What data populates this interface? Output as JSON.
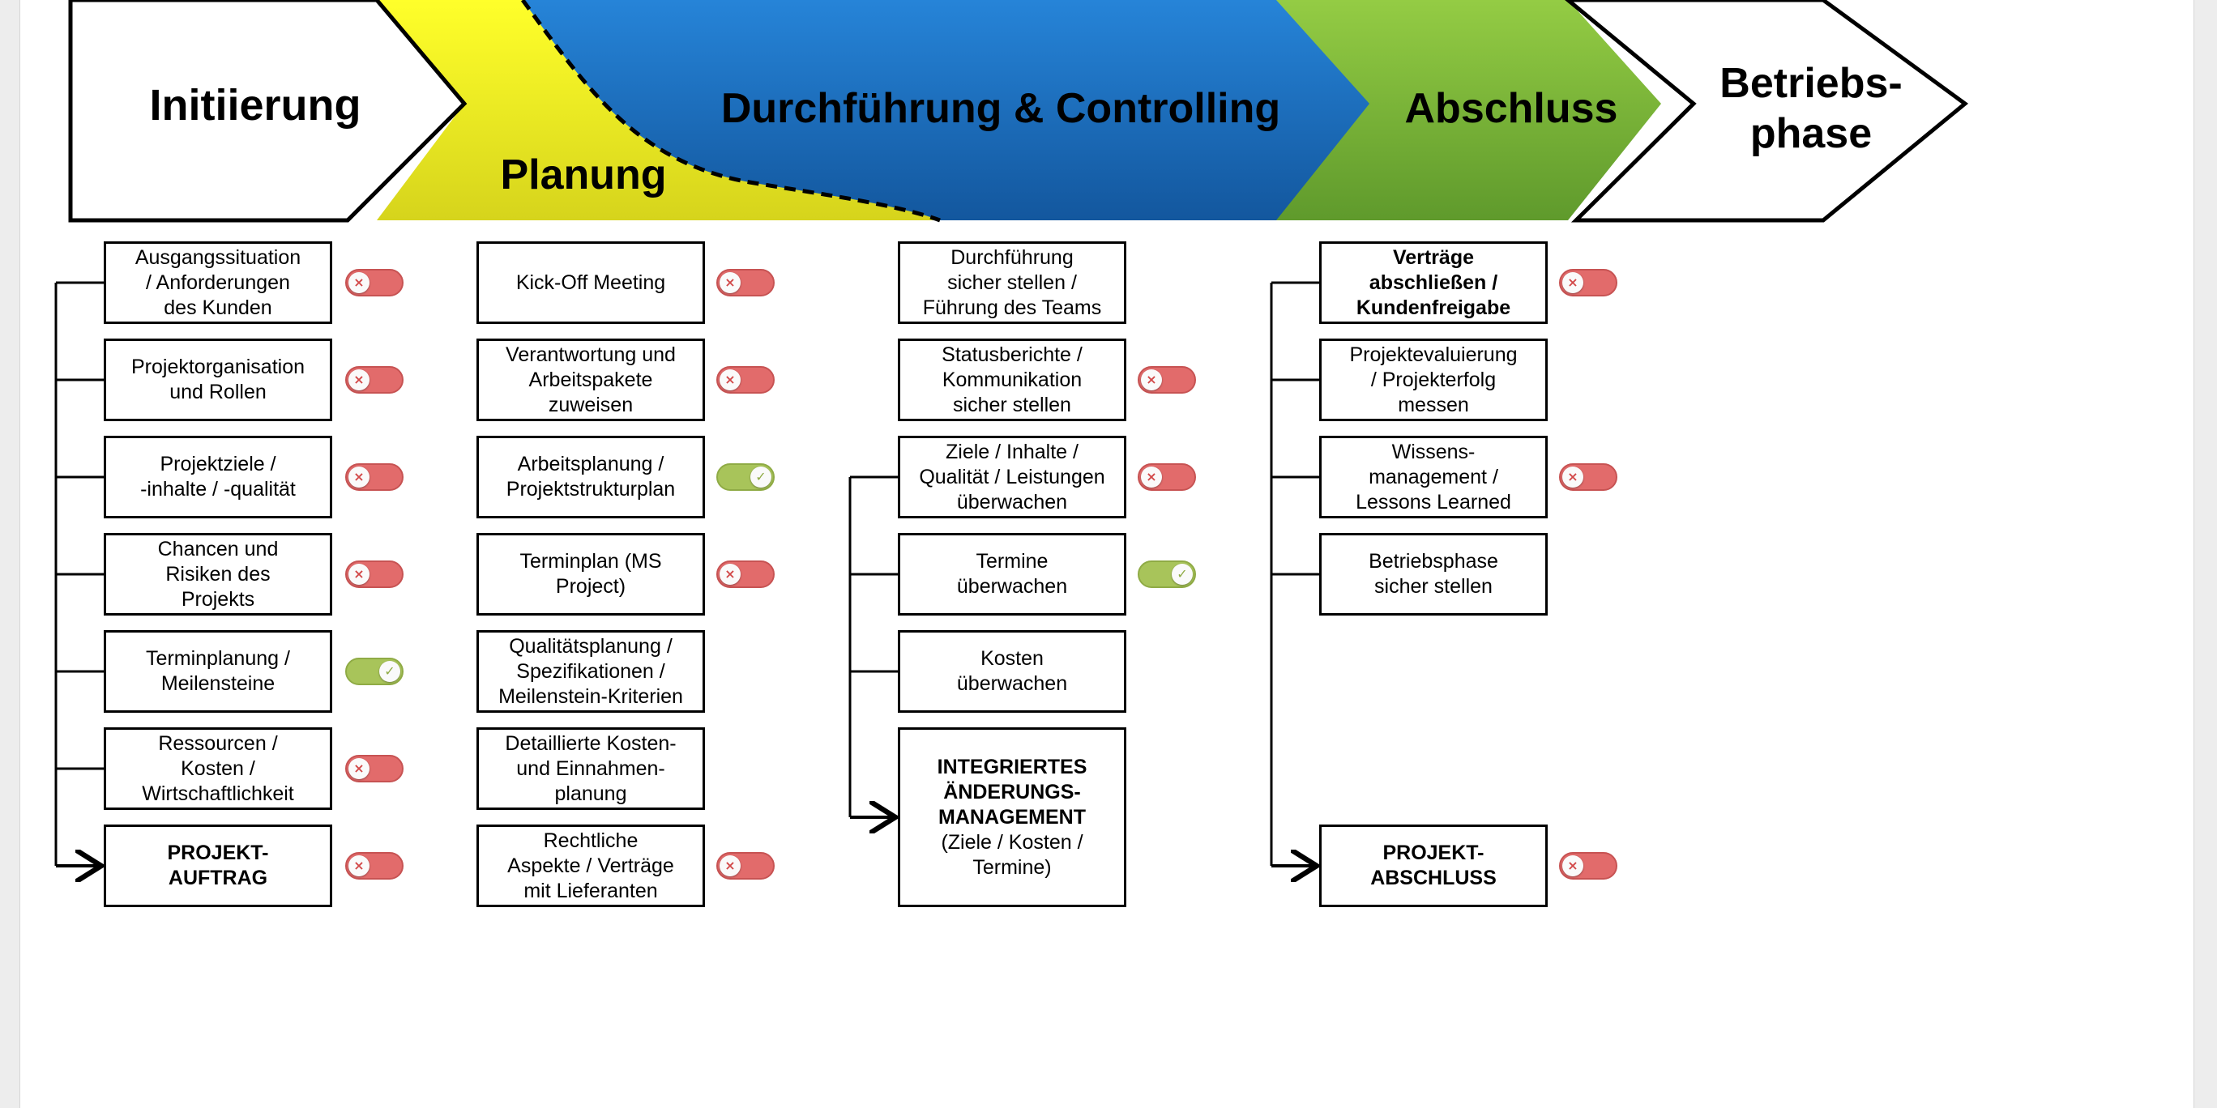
{
  "phases": {
    "initiierung": "Initiierung",
    "planung": "Planung",
    "durchfuehrung": "Durchführung & Controlling",
    "abschluss": "Abschluss",
    "betriebsphase": "Betriebs-\nphase"
  },
  "colors": {
    "planung_yellow": "#f4f21a",
    "durchfuehrung_blue": "#1f70c2",
    "abschluss_green": "#7ab83a",
    "toggle_off": "#e26b6b",
    "toggle_on": "#a8c45a"
  },
  "columns": {
    "initiierung": [
      {
        "label": "Ausgangssituation\n/ Anforderungen\ndes Kunden",
        "toggle": "off"
      },
      {
        "label": "Projektorganisation\nund Rollen",
        "toggle": "off"
      },
      {
        "label": "Projektziele /\n-inhalte / -qualität",
        "toggle": "off"
      },
      {
        "label": "Chancen und\nRisiken des\nProjekts",
        "toggle": "off"
      },
      {
        "label": "Terminplanung /\nMeilensteine",
        "toggle": "on"
      },
      {
        "label": "Ressourcen /\nKosten /\nWirtschaftlichkeit",
        "toggle": "off"
      },
      {
        "label": "PROJEKT-\nAUFTRAG",
        "toggle": "off"
      }
    ],
    "planung": [
      {
        "label": "Kick-Off Meeting",
        "toggle": "off"
      },
      {
        "label": "Verantwortung und\nArbeitspakete\nzuweisen",
        "toggle": "off"
      },
      {
        "label": "Arbeitsplanung /\nProjektstrukturplan",
        "toggle": "on"
      },
      {
        "label": "Terminplan (MS\nProject)",
        "toggle": "off"
      },
      {
        "label": "Qualitätsplanung /\nSpezifikationen /\nMeilenstein-Kriterien",
        "toggle": "none"
      },
      {
        "label": "Detaillierte Kosten-\nund Einnahmen-\nplanung",
        "toggle": "none"
      },
      {
        "label": "Rechtliche\nAspekte / Verträge\nmit Lieferanten",
        "toggle": "off"
      }
    ],
    "durchfuehrung": [
      {
        "label": "Durchführung\nsicher stellen /\nFührung des Teams",
        "toggle": "none"
      },
      {
        "label": "Statusberichte /\nKommunikation\nsicher stellen",
        "toggle": "off"
      },
      {
        "label": "Ziele / Inhalte /\nQualität / Leistungen\nüberwachen",
        "toggle": "off"
      },
      {
        "label": "Termine\nüberwachen",
        "toggle": "on"
      },
      {
        "label": "Kosten\nüberwachen",
        "toggle": "none"
      }
    ],
    "durchfuehrung_final_title": "INTEGRIERTES\nÄNDERUNGS-\nMANAGEMENT",
    "durchfuehrung_final_sub": "(Ziele / Kosten /\nTermine)",
    "abschluss": [
      {
        "label": "Verträge\nabschließen /\nKundenfreigabe",
        "toggle": "off"
      },
      {
        "label": "Projektevaluierung\n/ Projekterfolg\nmessen",
        "toggle": "none"
      },
      {
        "label": "Wissens-\nmanagement /\nLessons Learned",
        "toggle": "off"
      },
      {
        "label": "Betriebsphase\nsicher stellen",
        "toggle": "none"
      }
    ],
    "abschluss_final": {
      "label": "PROJEKT-\nABSCHLUSS",
      "toggle": "off"
    }
  },
  "toggle_icons": {
    "off": "×",
    "on": "✓"
  }
}
